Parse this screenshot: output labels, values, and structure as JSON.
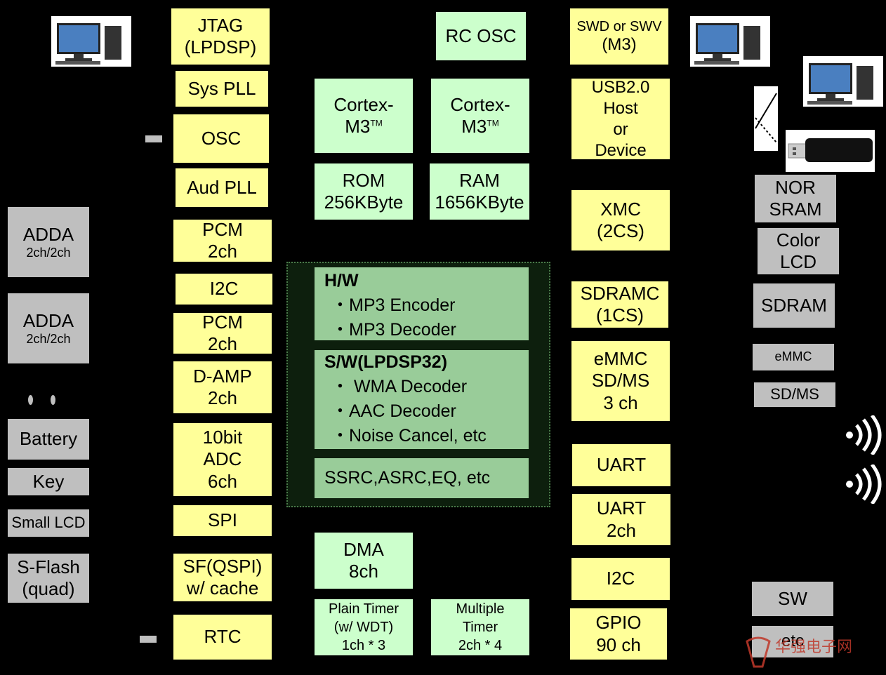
{
  "dsp_core": {
    "jtag": [
      "JTAG",
      "(LPDSP)"
    ],
    "sys_pll": "Sys PLL",
    "osc": "OSC",
    "aud_pll": "Aud PLL",
    "pcm1": [
      "PCM",
      "2ch"
    ],
    "i2c_left": "I2C",
    "pcm2": [
      "PCM",
      "2ch"
    ],
    "damp": [
      "D-AMP",
      "2ch"
    ],
    "adc": [
      "10bit",
      "ADC",
      "6ch"
    ],
    "spi": "SPI",
    "sf": [
      "SF(QSPI)",
      "w/ cache"
    ],
    "rtc": "RTC"
  },
  "center": {
    "rc_osc": "RC OSC",
    "cortex1": [
      "Cortex-",
      "M3",
      "TM"
    ],
    "cortex2": [
      "Cortex-",
      "M3",
      "TM"
    ],
    "rom": [
      "ROM",
      "256KByte"
    ],
    "ram": [
      "RAM",
      "1656KByte"
    ],
    "hw": {
      "title": "H/W",
      "items": [
        "・MP3 Encoder",
        "・MP3 Decoder"
      ]
    },
    "sw": {
      "title": "S/W(LPDSP32)",
      "items": [
        "・ WMA Decoder",
        "・AAC Decoder",
        "・Noise Cancel, etc"
      ]
    },
    "ssrc": "SSRC,ASRC,EQ, etc",
    "dma": [
      "DMA",
      "8ch"
    ],
    "plain_timer": [
      "Plain Timer",
      "(w/ WDT)",
      "1ch * 3"
    ],
    "multi_timer": [
      "Multiple",
      "Timer",
      "2ch * 4"
    ]
  },
  "right_col": {
    "swd": [
      "SWD or SWV",
      "(M3)"
    ],
    "usb": [
      "USB2.0",
      "Host",
      "or",
      "Device"
    ],
    "xmc": [
      "XMC",
      "(2CS)"
    ],
    "sdramc": [
      "SDRAMC",
      "(1CS)"
    ],
    "emmc": [
      "eMMC",
      "SD/MS",
      "3 ch"
    ],
    "uart1": "UART",
    "uart2": [
      "UART",
      "2ch"
    ],
    "i2c_right": "I2C",
    "gpio": [
      "GPIO",
      "90 ch"
    ]
  },
  "left_ext": {
    "adda1": [
      "ADDA",
      "2ch/2ch"
    ],
    "adda2": [
      "ADDA",
      "2ch/2ch"
    ],
    "battery": "Battery",
    "key": "Key",
    "small_lcd": "Small LCD",
    "sflash": [
      "S-Flash",
      "(quad)"
    ]
  },
  "right_ext": {
    "nor": [
      "NOR",
      "SRAM"
    ],
    "color_lcd": [
      "Color",
      "LCD"
    ],
    "sdram": "SDRAM",
    "emmc": "eMMC",
    "sdms": "SD/MS",
    "sw": "SW",
    "etc": "etc"
  },
  "icons": [
    "pc-icon",
    "usb-stick-icon",
    "speaker-icon"
  ],
  "watermark": "华强电子网",
  "colors": {
    "peripheral": "#ffff99",
    "core": "#ccffcc",
    "external": "#bfbfbf",
    "dsp": "#99cc99"
  }
}
